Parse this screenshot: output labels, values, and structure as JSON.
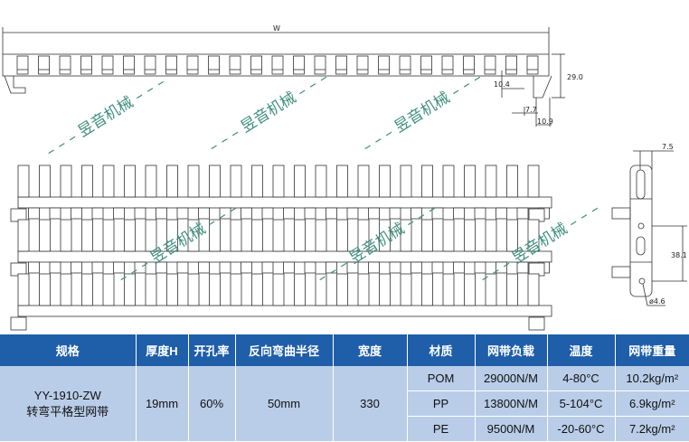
{
  "drawing": {
    "side_view_dims": {
      "width": "W",
      "height": "29.0",
      "d1": "10.4",
      "d2": "7.7",
      "d3": "10.9"
    },
    "end_view_dims": {
      "top": "7.5",
      "pitch": "38.1",
      "hole": "ø4.6"
    }
  },
  "watermark": "昱音机械",
  "table": {
    "headers": [
      "规格",
      "厚度H",
      "开孔率",
      "反向弯曲半径",
      "宽度",
      "材质",
      "网带负载",
      "温度",
      "网带重量"
    ],
    "model": "YY-1910-ZW",
    "model_name": "转弯平格型网带",
    "thickness": "19mm",
    "open_area": "60%",
    "back_flex_radius": "50mm",
    "width": "330",
    "materials": [
      {
        "material": "POM",
        "load": "29000N/M",
        "temp": "4-80°C",
        "weight": "10.2kg/m²"
      },
      {
        "material": "PP",
        "load": "13800N/M",
        "temp": "5-104°C",
        "weight": "6.9kg/m²"
      },
      {
        "material": "PE",
        "load": "9500N/M",
        "temp": "-20-60°C",
        "weight": "7.2kg/m²"
      }
    ]
  },
  "colors": {
    "header": "#1f5ea8",
    "body": "#b9cde8",
    "watermark": "#3f8f7d"
  }
}
